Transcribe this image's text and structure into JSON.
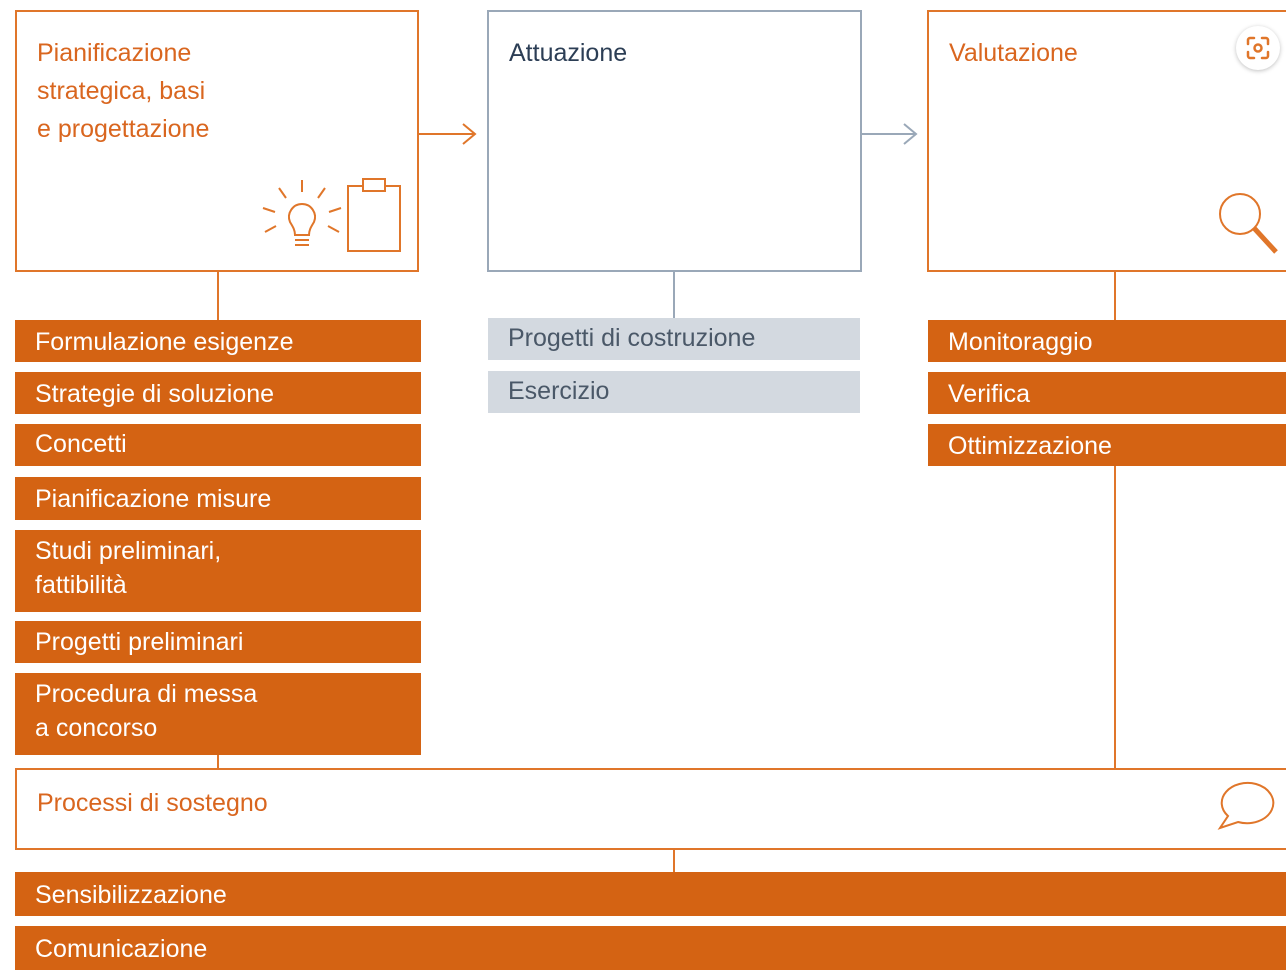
{
  "phases": [
    {
      "title": "Pianificazione\nstrategica, basi\ne progettazione"
    },
    {
      "title": "Attuazione"
    },
    {
      "title": "Valutazione"
    }
  ],
  "planning_items": [
    "Formulazione esigenze",
    "Strategie di soluzione",
    "Concetti",
    "Pianificazione misure",
    "Studi preliminari,\nfattibilità",
    "Progetti preliminari",
    "Procedura di messa\na concorso"
  ],
  "implementation_items": [
    "Progetti di costruzione",
    "Esercizio"
  ],
  "evaluation_items": [
    "Monitoraggio",
    "Verifica",
    "Ottimizzazione"
  ],
  "support": {
    "title": "Processi di sostegno",
    "items": [
      "Sensibilizzazione",
      "Comunicazione"
    ]
  },
  "icons": [
    "lightbulb-icon",
    "clipboard-icon",
    "magnifier-icon",
    "speech-bubble-icon",
    "lens-scan-icon"
  ],
  "colors": {
    "accent": "#d46313",
    "accent_border": "#e0762a",
    "neutral": "#9aa8b8",
    "neutral_fill": "#d3d9e0"
  }
}
